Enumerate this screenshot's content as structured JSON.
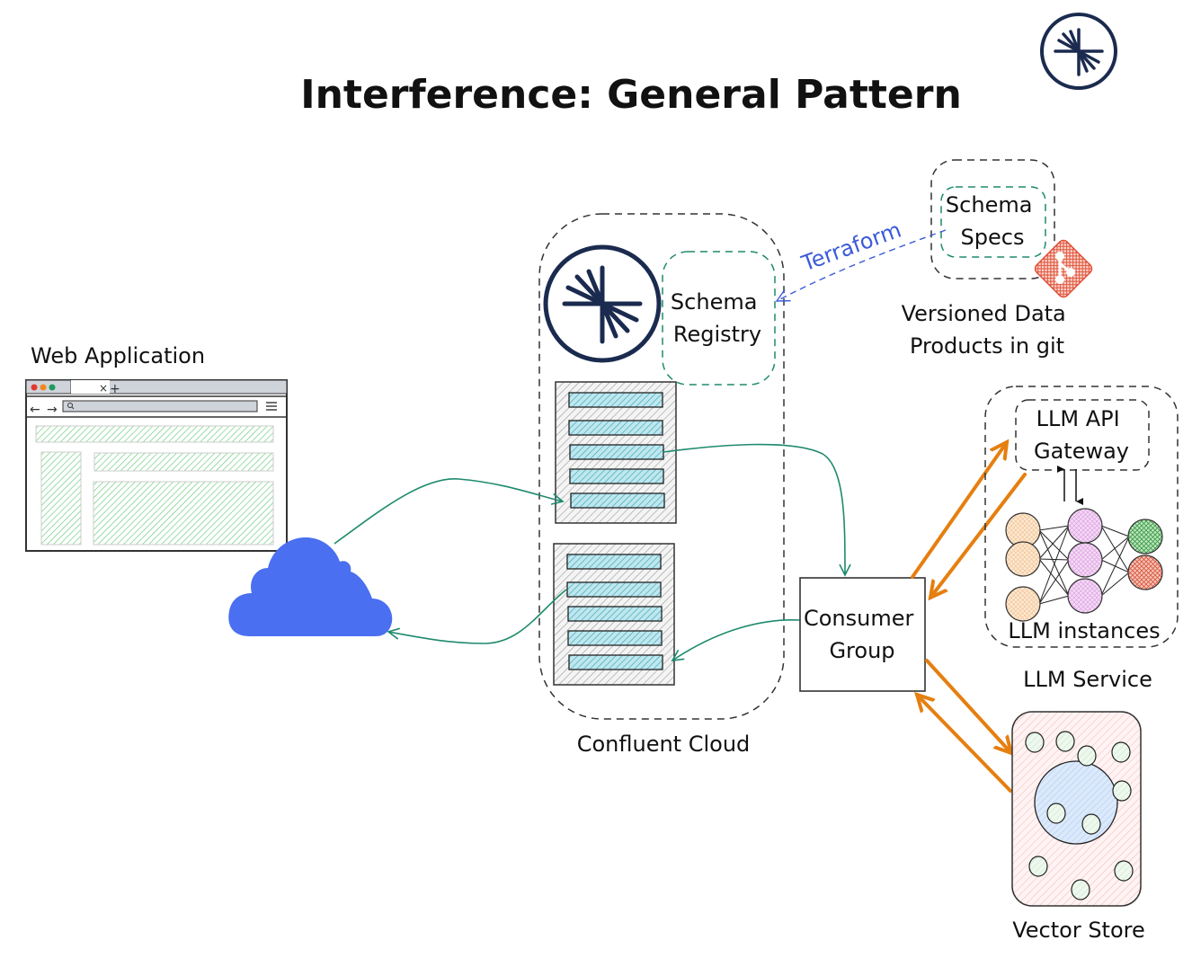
{
  "title": "Interference: General Pattern",
  "colors": {
    "navy": "#1b2b4f",
    "teal": "#1e8a6e",
    "orange": "#e57f10",
    "cloud": "#4a6ff0",
    "terraform": "#3d5bd9",
    "git": "#e0533a",
    "green_fill": "#6fcf7f",
    "cyan_fill": "#4fb8c8",
    "gray_hatch": "#9a9a9a"
  },
  "web_app": {
    "label": "Web Application",
    "browser_tab_close": "×",
    "browser_tab_new": "+"
  },
  "confluent": {
    "label": "Confluent Cloud",
    "schema_registry": "Schema\nRegistry"
  },
  "terraform_label": "Terraform",
  "schema_specs": {
    "label": "Schema\nSpecs",
    "caption": "Versioned Data\nProducts in git"
  },
  "consumer_group": "Consumer\nGroup",
  "llm": {
    "gateway": "LLM API\nGateway",
    "instances": "LLM instances",
    "service": "LLM Service"
  },
  "vector_store": "Vector Store"
}
